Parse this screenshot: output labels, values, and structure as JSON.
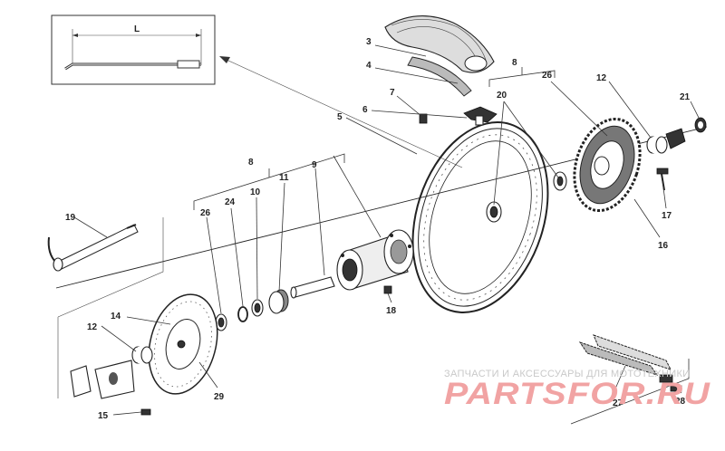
{
  "inset": {
    "dimension_label": "L"
  },
  "callouts": {
    "c1": "3",
    "c2": "4",
    "c3": "6",
    "c4": "7",
    "c5": "5",
    "c6": "8",
    "c7": "20",
    "c8": "26",
    "c9": "12",
    "c10": "21",
    "c11": "17",
    "c12": "16",
    "c13": "8",
    "c14": "26",
    "c15": "24",
    "c16": "10",
    "c17": "11",
    "c18": "9",
    "c19": "19",
    "c20": "18",
    "c21": "14",
    "c22": "12",
    "c23": "29",
    "c24": "15",
    "c25": "27",
    "c26": "28"
  },
  "watermark": {
    "caption": "ЗАПЧАСТИ И АКСЕССУАРЫ ДЛЯ МОТОТЕХНИКИ",
    "brand": "PARTSFOR.RU"
  }
}
